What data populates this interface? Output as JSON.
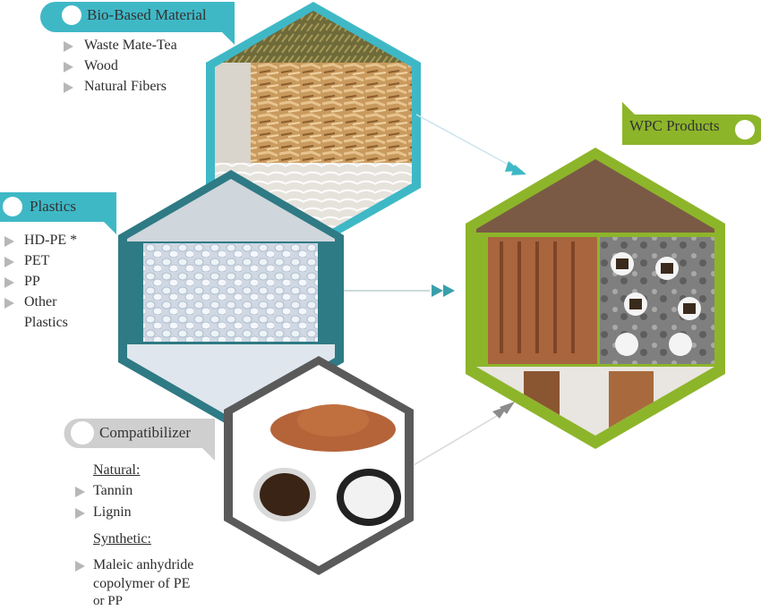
{
  "bio": {
    "title": "Bio-Based Material",
    "items": [
      "Waste Mate-Tea",
      "Wood",
      "Natural Fibers"
    ]
  },
  "plastics": {
    "title": "Plastics",
    "items": [
      "HD-PE *",
      "PET",
      "PP",
      "Other",
      "Plastics"
    ]
  },
  "compat": {
    "title": "Compatibilizer",
    "natural_heading": "Natural:",
    "natural_items": [
      "Tannin",
      "Lignin"
    ],
    "synthetic_heading": "Synthetic:",
    "synthetic_lines": [
      "Maleic anhydride",
      "copolymer of PE",
      "or PP"
    ]
  },
  "products": {
    "title": "WPC Products"
  },
  "colors": {
    "teal": "#3fb8c6",
    "dark_teal": "#2e7a85",
    "gray": "#555555",
    "green": "#8db52a"
  }
}
